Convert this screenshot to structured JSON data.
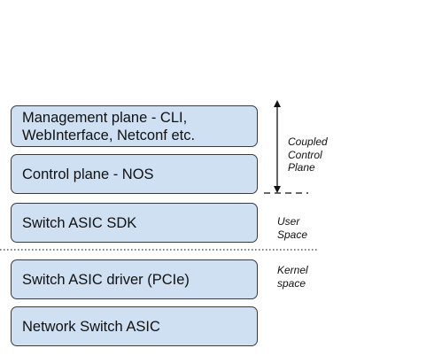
{
  "layers": [
    {
      "label": "Management plane - CLI,\nWebInterface, Netconf  etc."
    },
    {
      "label": "Control plane - NOS"
    },
    {
      "label": "Switch ASIC SDK"
    },
    {
      "label": "Switch ASIC driver (PCIe)"
    },
    {
      "label": "Network Switch ASIC"
    }
  ],
  "annotations": {
    "coupled": "Coupled\nControl\nPlane",
    "user_space": "User\nSpace",
    "kernel_space": "Kernel\nspace"
  },
  "colors": {
    "box_fill": "#cfe0f2",
    "box_border": "#3a3a3a",
    "text": "#111111"
  }
}
